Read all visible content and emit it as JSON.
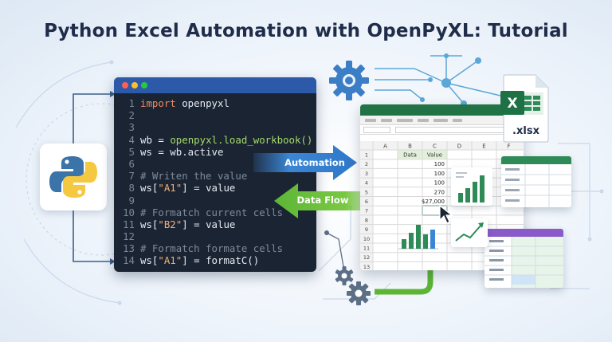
{
  "title": "Python Excel Automation with OpenPyXL: Tutorial",
  "icons": {
    "python_logo": "python-logo-icon",
    "excel_file": "excel-file-icon",
    "gear": "gear-icon",
    "cursor": "mouse-cursor-icon"
  },
  "colors": {
    "title": "#1f2d4a",
    "editor_bg": "#1b2433",
    "editor_bar": "#2c5aa8",
    "automation_arrow": "#3a86d4",
    "dataflow_arrow": "#6cbf3a",
    "excel_green": "#217346"
  },
  "code": {
    "lines": [
      {
        "n": "1",
        "parts": [
          {
            "c": "kw",
            "t": "import"
          },
          {
            "c": "plain",
            "t": " openpyxl"
          }
        ]
      },
      {
        "n": "2",
        "parts": []
      },
      {
        "n": "3",
        "parts": []
      },
      {
        "n": "4",
        "parts": [
          {
            "c": "plain",
            "t": "wb = "
          },
          {
            "c": "call",
            "t": "openpyxl.load_workbook()"
          }
        ]
      },
      {
        "n": "5",
        "parts": [
          {
            "c": "plain",
            "t": "ws = wb.active"
          }
        ]
      },
      {
        "n": "6",
        "parts": []
      },
      {
        "n": "7",
        "parts": [
          {
            "c": "cmt",
            "t": "# Writen the value"
          }
        ]
      },
      {
        "n": "8",
        "parts": [
          {
            "c": "plain",
            "t": "ws["
          },
          {
            "c": "str",
            "t": "\"A1\""
          },
          {
            "c": "plain",
            "t": "] = value"
          }
        ]
      },
      {
        "n": "9",
        "parts": []
      },
      {
        "n": "10",
        "parts": [
          {
            "c": "cmt",
            "t": "# Formatch current cells"
          }
        ]
      },
      {
        "n": "11",
        "parts": [
          {
            "c": "plain",
            "t": "ws["
          },
          {
            "c": "str",
            "t": "\"B2\""
          },
          {
            "c": "plain",
            "t": "] = value"
          }
        ]
      },
      {
        "n": "12",
        "parts": []
      },
      {
        "n": "13",
        "parts": [
          {
            "c": "cmt",
            "t": "# Formatch formate cells"
          }
        ]
      },
      {
        "n": "14",
        "parts": [
          {
            "c": "plain",
            "t": "ws["
          },
          {
            "c": "str",
            "t": "\"A1\""
          },
          {
            "c": "plain",
            "t": "] = formatC()"
          }
        ]
      }
    ]
  },
  "arrows": {
    "automation": "Automation",
    "data_flow": "Data Flow"
  },
  "sheet": {
    "columns": [
      "A",
      "B",
      "C",
      "D",
      "E",
      "F"
    ],
    "rows": [
      "1",
      "2",
      "3",
      "4",
      "5",
      "6",
      "7",
      "8",
      "9",
      "10",
      "11",
      "12",
      "13"
    ],
    "header_b": "Data",
    "header_c": "Value",
    "values_c": [
      "100",
      "100",
      "100",
      "270",
      "$27,000"
    ]
  },
  "excel_file": {
    "letter": "X",
    "extension": ".xlsx"
  }
}
